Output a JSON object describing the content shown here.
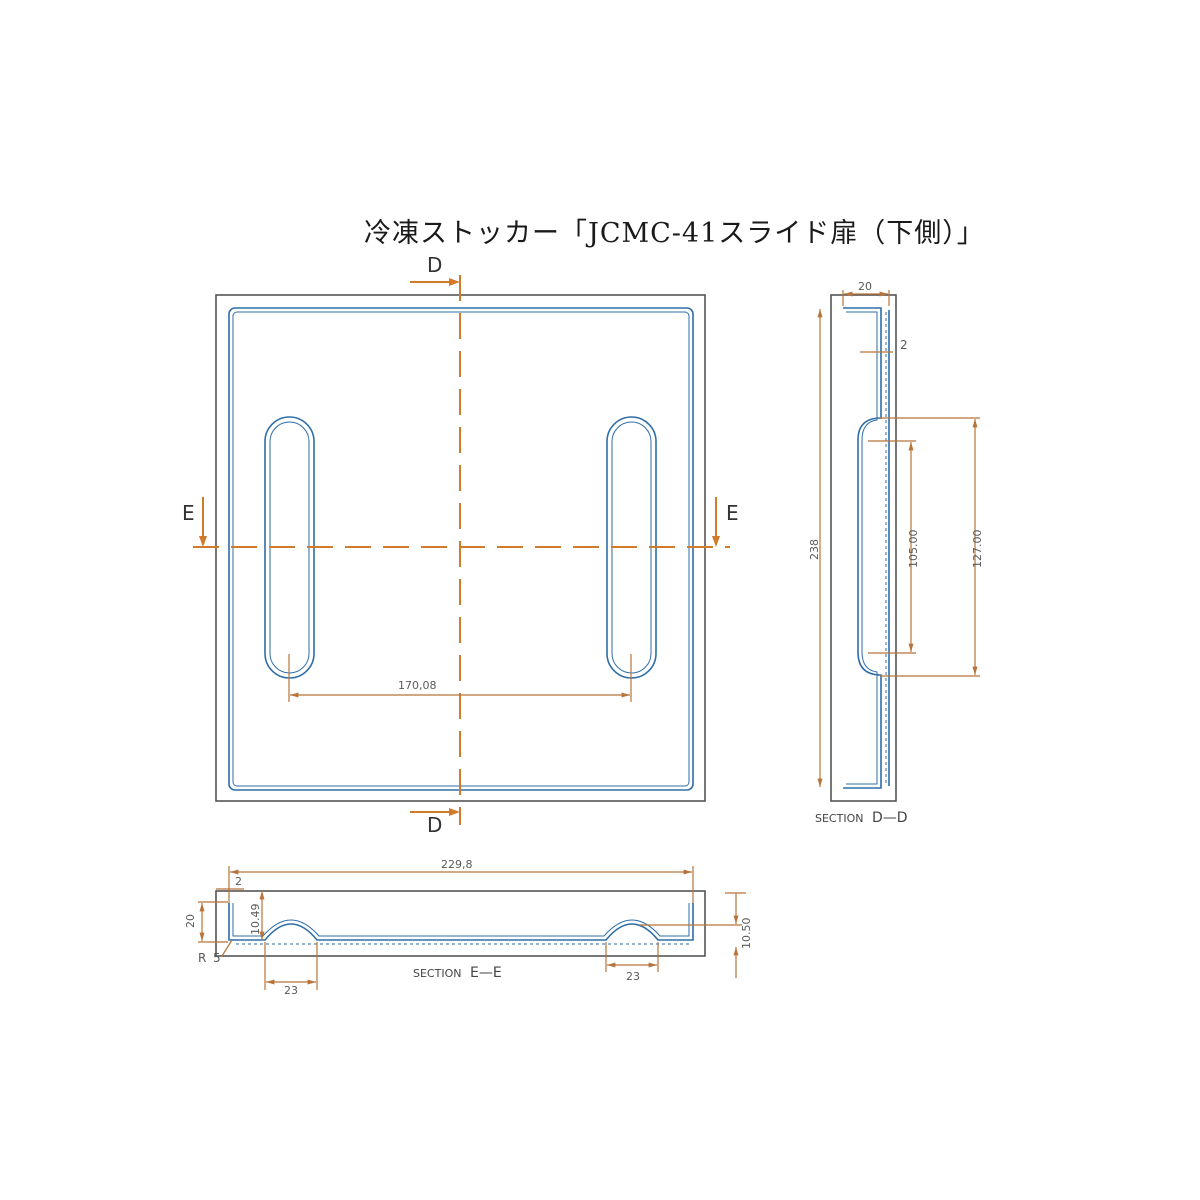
{
  "title": "冷凍ストッカー「JCMC-41スライド扉（下側）」",
  "cut_labels": {
    "d_top": "D",
    "d_bottom": "D",
    "e_left": "E",
    "e_right": "E"
  },
  "top_view": {
    "handle_spacing": "170,08"
  },
  "section_dd": {
    "label_prefix": "SECTION",
    "label_id": "D—D",
    "width": "20",
    "wall": "2",
    "height": "238",
    "inner_slot": "105.00",
    "outer_slot": "127.00"
  },
  "section_ee": {
    "label_prefix": "SECTION",
    "label_id": "E—E",
    "length": "229,8",
    "wall": "2",
    "height": "20",
    "radius_letter": "R",
    "radius_value": "5",
    "depth_left": "10.49",
    "depth_right": "10.50",
    "groove_left": "23",
    "groove_right": "23"
  },
  "colors": {
    "part_outline": "#2f6ea8",
    "dimension": "#b8743a",
    "cut_line": "#d07a2a",
    "frame": "#555555"
  }
}
